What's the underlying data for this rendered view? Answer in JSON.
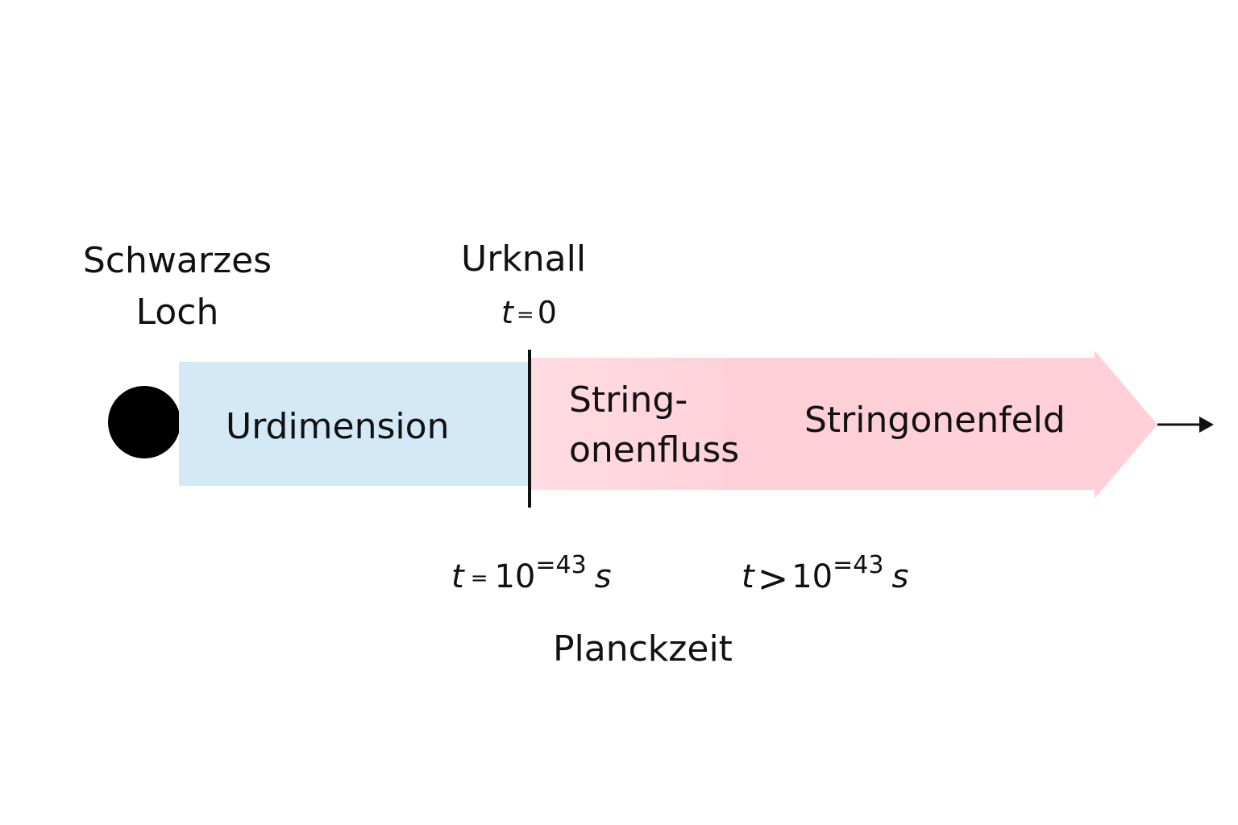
{
  "black_hole": {
    "line1": "Schwarzes",
    "line2": "Loch"
  },
  "big_bang": {
    "title": "Urknall",
    "time_var": "t",
    "time_op": "=",
    "time_val": "0"
  },
  "phases": {
    "urdimension": "Urdimension",
    "stringonenfluss_line1": "String-",
    "stringonenfluss_line2": "onenfluss",
    "stringonenfeld": "Stringonenfeld"
  },
  "times": {
    "planck": {
      "var": "t",
      "op": "=",
      "base": "10",
      "exp": "=43",
      "unit": "s"
    },
    "after": {
      "var": "t",
      "op": ">",
      "base": "10",
      "exp": "=43",
      "unit": "s"
    }
  },
  "footer": {
    "label": "Planckzeit"
  },
  "colors": {
    "urdimension_fill": "#d4e9f6",
    "stringonen_fill": "#ffd2da",
    "line": "#111111"
  }
}
